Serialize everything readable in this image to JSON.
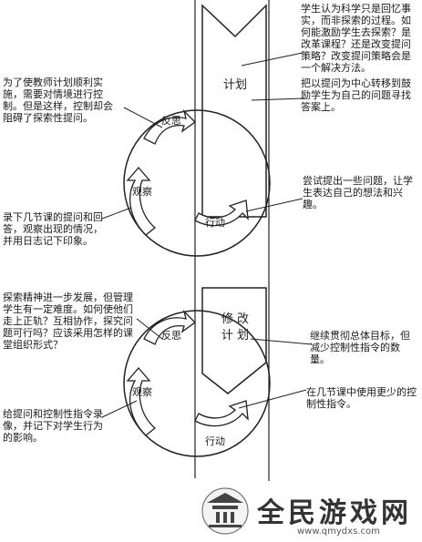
{
  "diagram": {
    "cycle1": {
      "plan_label": "计划",
      "reflect_label": "反思",
      "observe_label": "观察",
      "act_label": "行动"
    },
    "cycle2": {
      "plan_label": "修改计划",
      "reflect_label": "反思",
      "observe_label": "观察",
      "act_label": "行动"
    }
  },
  "notes": {
    "top_right": "学生认为科学只是回忆事实，而非探索的过程。如何能激励学生去探索？是改革课程？还是改变提问策略？改变提问策略会是一个解决方法。",
    "right_plan": "把以提问为中心转移到鼓励学生为自己的问题寻找答案上。",
    "left_reflect_1": "为了使教师计划顺利实施，需要对情境进行控制。但是这样，控制却会阻碍了探索性提问。",
    "right_act_1": "尝试提出一些问题，让学生表达自己的想法和兴趣。",
    "left_observe_1": "录下几节课的提问和回答，观察出现的情况，并用日志记下印象。",
    "left_reflect_2": "探索精神进一步发展，但管理学生有一定难度。如何使他们走上正轨？互相协作，探究问题可行吗？应该采用怎样的课堂组织形式？",
    "right_plan_2": "继续贯彻总体目标，但减少控制性指令的数量。",
    "right_act_2": "在几节课中使用更少的控制性指令。",
    "left_observe_2": "给提问和控制性指令录像，并记下对学生行为的影响。"
  },
  "watermark": {
    "name": "全民游戏网",
    "url": "www.qmydxs.com"
  }
}
